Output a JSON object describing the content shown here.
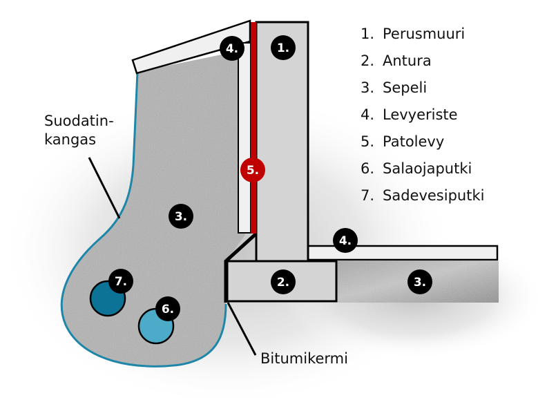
{
  "diagram": {
    "title": "Foundation wall cross-section",
    "legend": [
      {
        "number": "1.",
        "label": "Perusmuuri"
      },
      {
        "number": "2.",
        "label": "Antura"
      },
      {
        "number": "3.",
        "label": "Sepeli"
      },
      {
        "number": "4.",
        "label": "Levyeriste"
      },
      {
        "number": "5.",
        "label": "Patolevy"
      },
      {
        "number": "6.",
        "label": "Salaojaputki"
      },
      {
        "number": "7.",
        "label": "Sadevesiputki"
      }
    ],
    "callouts": {
      "filter_fabric_line1": "Suodatin-",
      "filter_fabric_line2": "kangas",
      "bitumen": "Bitumikermi"
    },
    "markers": {
      "wall": "1.",
      "footing": "2.",
      "gravel_left": "3.",
      "gravel_right": "3.",
      "insulation_top": "4.",
      "insulation_floor": "4.",
      "dimple_board": "5.",
      "drain_pipe": "6.",
      "storm_pipe": "7."
    },
    "colors": {
      "wall": "#d4d4d4",
      "gravel": "#b0b0b0",
      "insulation": "#f0f0f0",
      "dimple_board": "#c00000",
      "filter_fabric": "#1e86a8",
      "drain_pipe": "#4cabc8",
      "storm_pipe": "#0d7396",
      "marker": "#000000"
    }
  }
}
